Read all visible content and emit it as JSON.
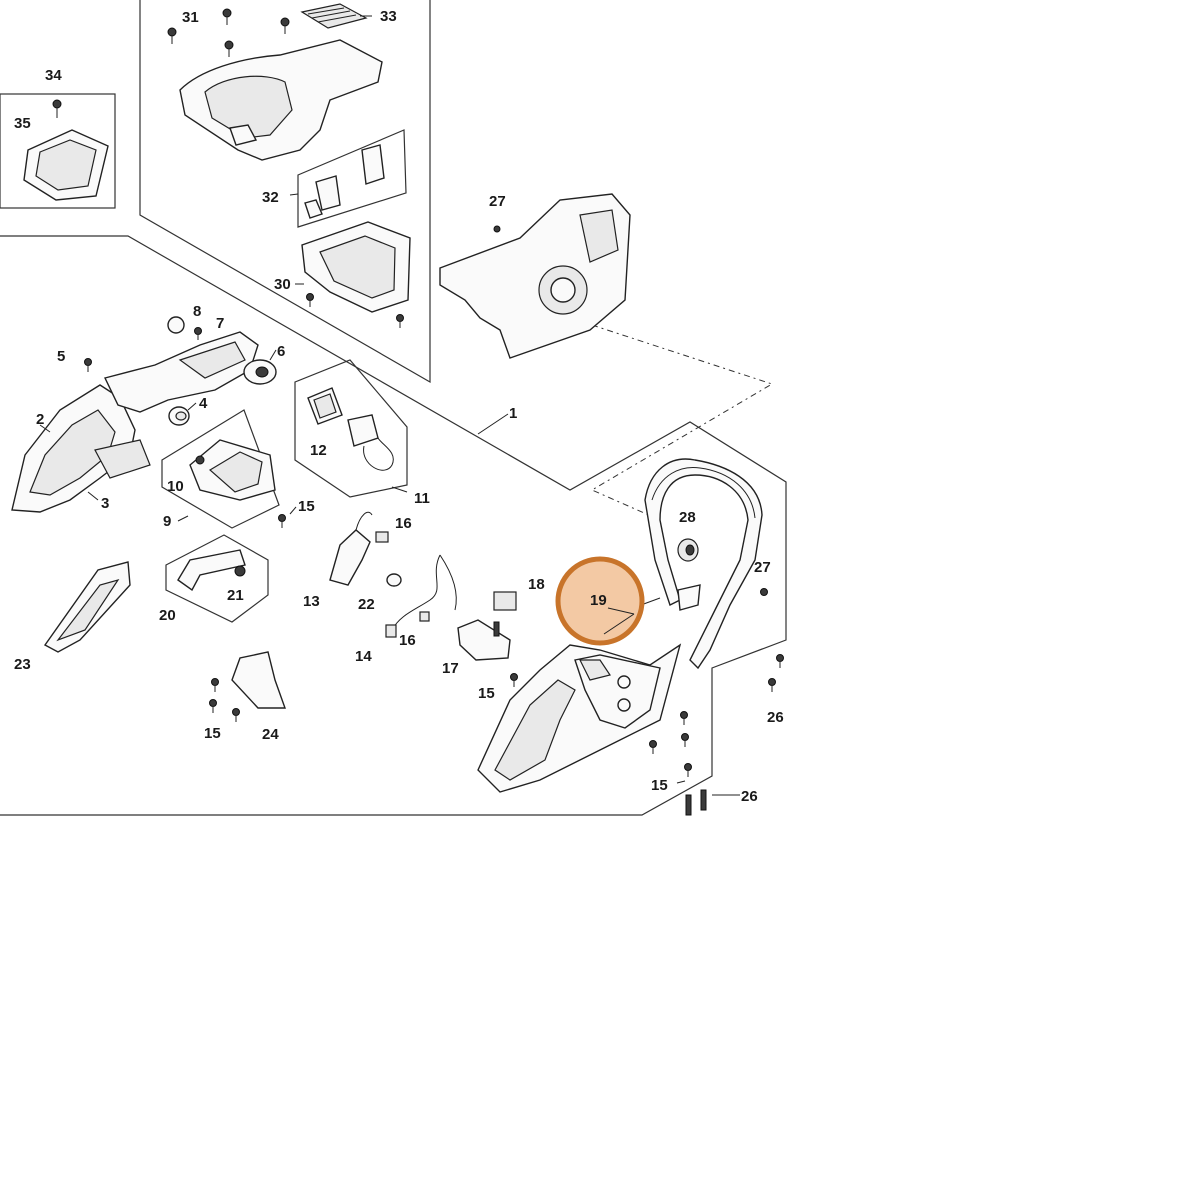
{
  "highlight": {
    "color": "#c8742a",
    "fill": "#f3c9a4",
    "label": "19"
  },
  "labels": {
    "p1": "1",
    "p2": "2",
    "p3": "3",
    "p4": "4",
    "p5": "5",
    "p6": "6",
    "p7": "7",
    "p8": "8",
    "p9": "9",
    "p10": "10",
    "p11": "11",
    "p12": "12",
    "p13": "13",
    "p14": "14",
    "p15a": "15",
    "p15b": "15",
    "p15c": "15",
    "p15d": "15",
    "p16a": "16",
    "p16b": "16",
    "p17": "17",
    "p18": "18",
    "p20": "20",
    "p21": "21",
    "p22": "22",
    "p23": "23",
    "p24": "24",
    "p26a": "26",
    "p26b": "26",
    "p27a": "27",
    "p27b": "27",
    "p28": "28",
    "p30": "30",
    "p31": "31",
    "p32": "32",
    "p33": "33",
    "p34": "34",
    "p35": "35"
  }
}
